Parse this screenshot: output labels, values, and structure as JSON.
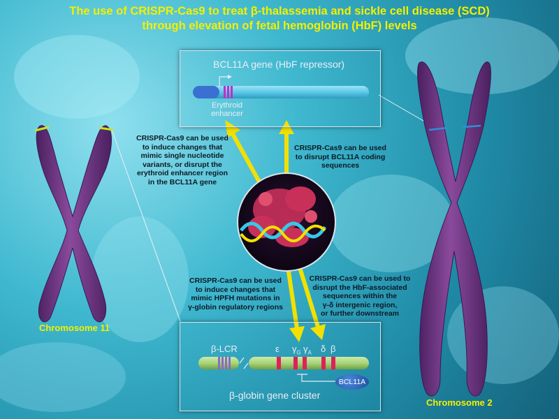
{
  "title": {
    "line1": "The use of CRISPR-Cas9 to treat β-thalassemia and sickle cell disease (SCD)",
    "line2": "through elevation of fetal hemoglobin (HbF) levels"
  },
  "top_panel": {
    "title": "BCL11A gene (HbF repressor)",
    "enhancer_label_line1": "Erythroid",
    "enhancer_label_line2": "enhancer"
  },
  "bottom_panel": {
    "title": "β-globin gene cluster",
    "lcr_label": "β-LCR",
    "epsilon_label": "ε",
    "gamma_label": "γ",
    "gamma_g_sub": "G",
    "gamma_a_sub": "A",
    "delta_label": "δ",
    "beta_label": "β",
    "bcl11a_badge": "BCL11A"
  },
  "captions": {
    "top_left": [
      "CRISPR-Cas9 can be used",
      "to induce changes that",
      "mimic single nucleotide",
      "variants, or disrupt the",
      "erythroid enhancer region",
      "in the BCL11A gene"
    ],
    "top_right": [
      "CRISPR-Cas9 can be used",
      "to disrupt BCL11A coding",
      "sequences"
    ],
    "bottom_left": [
      "CRISPR-Cas9 can be used",
      "to induce changes that",
      "mimic HPFH mutations in",
      "γ-globin regulatory regions"
    ],
    "bottom_right": [
      "CRISPR-Cas9 can be used to",
      "disrupt the HbF-associated",
      "sequences within the",
      "γ-δ intergenic region,",
      "or further downstream"
    ]
  },
  "chromosomes": {
    "left_label": "Chromosome 11",
    "right_label": "Chromosome 2"
  },
  "colors": {
    "title": "#f3f000",
    "arrow": "#f3e000",
    "chromosome": "#7a3d8c",
    "chromosome_dark": "#4a2060",
    "band_chr11": "#c8e61e",
    "band_chr2": "#2f8fd8",
    "bcl11a_gene": "#5cc8e8",
    "globin_gene": "#a8d47a",
    "gene_marker": "#e0205a",
    "lcr": "#8a6ac8"
  }
}
